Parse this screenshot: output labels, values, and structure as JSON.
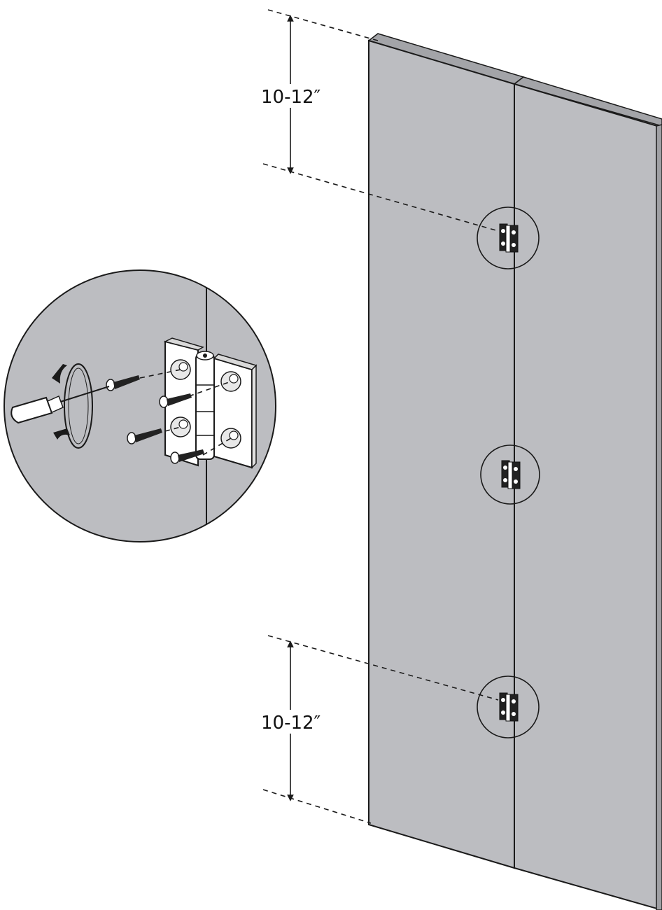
{
  "diagram": {
    "dimensions": {
      "top_label": "10-12″",
      "bottom_label": "10-12″"
    },
    "hinge_count": 3,
    "colors": {
      "panel": "#bcbdc1",
      "outline": "#1a1a1a",
      "background": "#ffffff",
      "hinge_metal": "#ffffff"
    },
    "icons": [
      "hinge-icon",
      "screw-icon",
      "screwdriver-icon",
      "rotate-arrow-icon"
    ]
  }
}
